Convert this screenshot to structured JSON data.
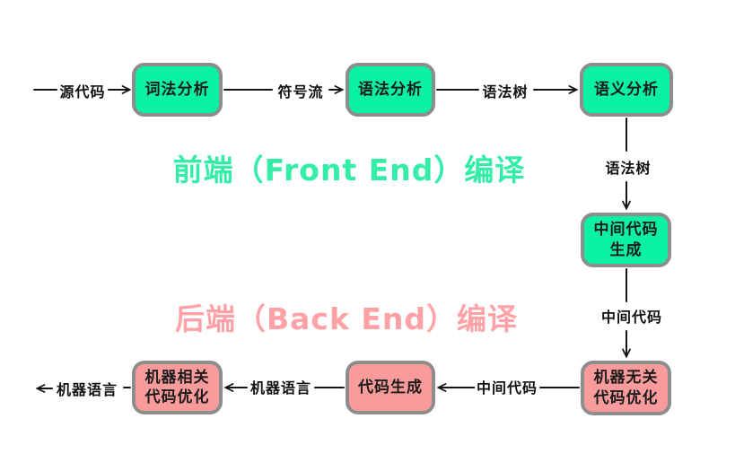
{
  "diagram": {
    "titles": {
      "front_end": {
        "label": "前端（Front End）编译",
        "color": "#33eda9"
      },
      "back_end": {
        "label": "后端（Back End）编译",
        "color": "#ffa2a7"
      }
    },
    "boxes": [
      {
        "id": "lexical-analysis",
        "stage": "front",
        "fill": "#0bf1a2",
        "lines": [
          "词法分析"
        ]
      },
      {
        "id": "syntax-analysis",
        "stage": "front",
        "fill": "#0bf1a2",
        "lines": [
          "语法分析"
        ]
      },
      {
        "id": "semantic-analysis",
        "stage": "front",
        "fill": "#0bf1a2",
        "lines": [
          "语义分析"
        ]
      },
      {
        "id": "intermediate-code-generation",
        "stage": "front",
        "fill": "#0bf1a2",
        "lines": [
          "中间代码",
          "生成"
        ]
      },
      {
        "id": "machine-independent-optimization",
        "stage": "back",
        "fill": "#fa9b9b",
        "lines": [
          "机器无关",
          "代码优化"
        ]
      },
      {
        "id": "code-generation",
        "stage": "back",
        "fill": "#fa9b9b",
        "lines": [
          "代码生成"
        ]
      },
      {
        "id": "machine-dependent-optimization",
        "stage": "back",
        "fill": "#fa9b9b",
        "lines": [
          "机器相关",
          "代码优化"
        ]
      }
    ],
    "edge_labels": [
      {
        "id": "source-code",
        "text": "源代码"
      },
      {
        "id": "token-stream",
        "text": "符号流"
      },
      {
        "id": "syntax-tree-top",
        "text": "语法树"
      },
      {
        "id": "syntax-tree-vertical",
        "text": "语法树"
      },
      {
        "id": "intermediate-code-vertical",
        "text": "中间代码"
      },
      {
        "id": "intermediate-code-bottom",
        "text": "中间代码"
      },
      {
        "id": "machine-language-mid",
        "text": "机器语言"
      },
      {
        "id": "machine-language-left",
        "text": "机器语言"
      }
    ],
    "colors": {
      "box_border": "#8d8d8d",
      "green_fill": "#0bf1a2",
      "pink_fill": "#fa9b9b",
      "line": "#161616",
      "label_text": "#111111",
      "box_text": "#1b1b1b",
      "background": "#ffffff"
    }
  }
}
